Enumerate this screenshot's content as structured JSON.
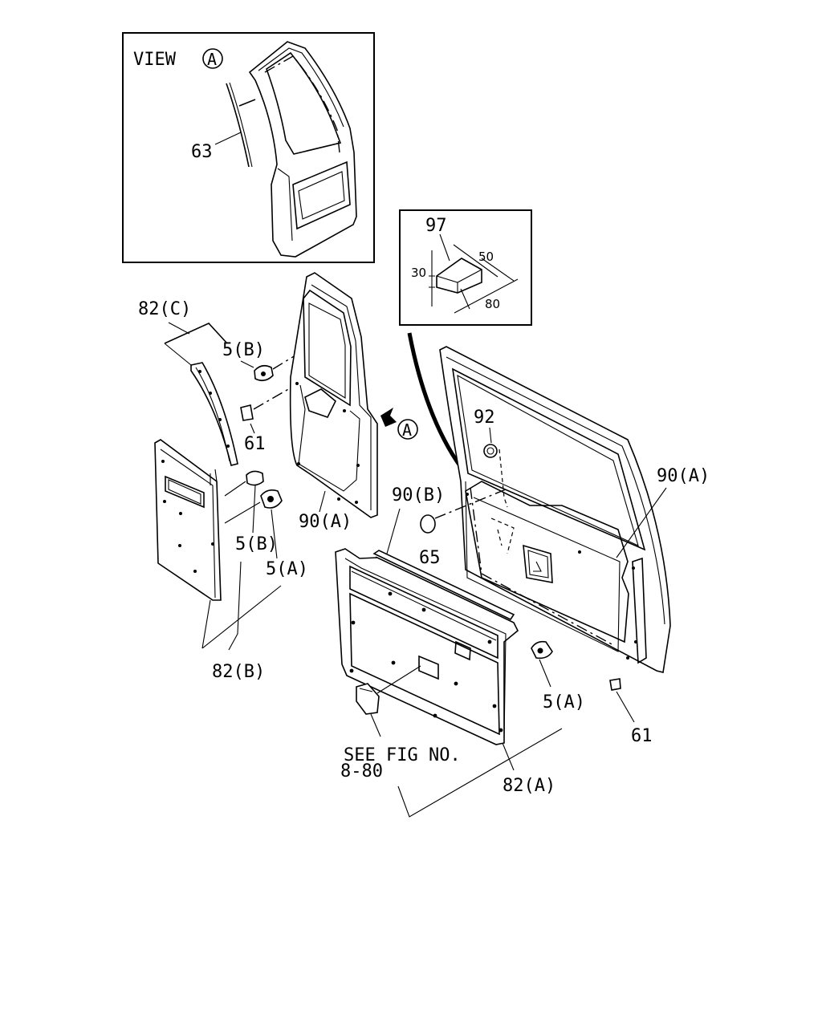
{
  "view_box": {
    "title": "VIEW",
    "circle_letter": "A",
    "callout_63": "63"
  },
  "dimension_box": {
    "part_no": "97",
    "dim_height": "30",
    "dim_depth": "50",
    "dim_width": "80"
  },
  "callouts": {
    "c82C": "82(C)",
    "c5B_top": "5(B)",
    "c61_left": "61",
    "c90A_left": "90(A)",
    "c5B_mid": "5(B)",
    "c5A_left": "5(A)",
    "c82B": "82(B)",
    "c90B": "90(B)",
    "c65": "65",
    "c92": "92",
    "c90A_right": "90(A)",
    "c5A_right": "5(A)",
    "c82A": "82(A)",
    "c61_right": "61",
    "arrow_letter": "A"
  },
  "reference_note": {
    "line1": "SEE FIG NO.",
    "line2": "8-80"
  }
}
